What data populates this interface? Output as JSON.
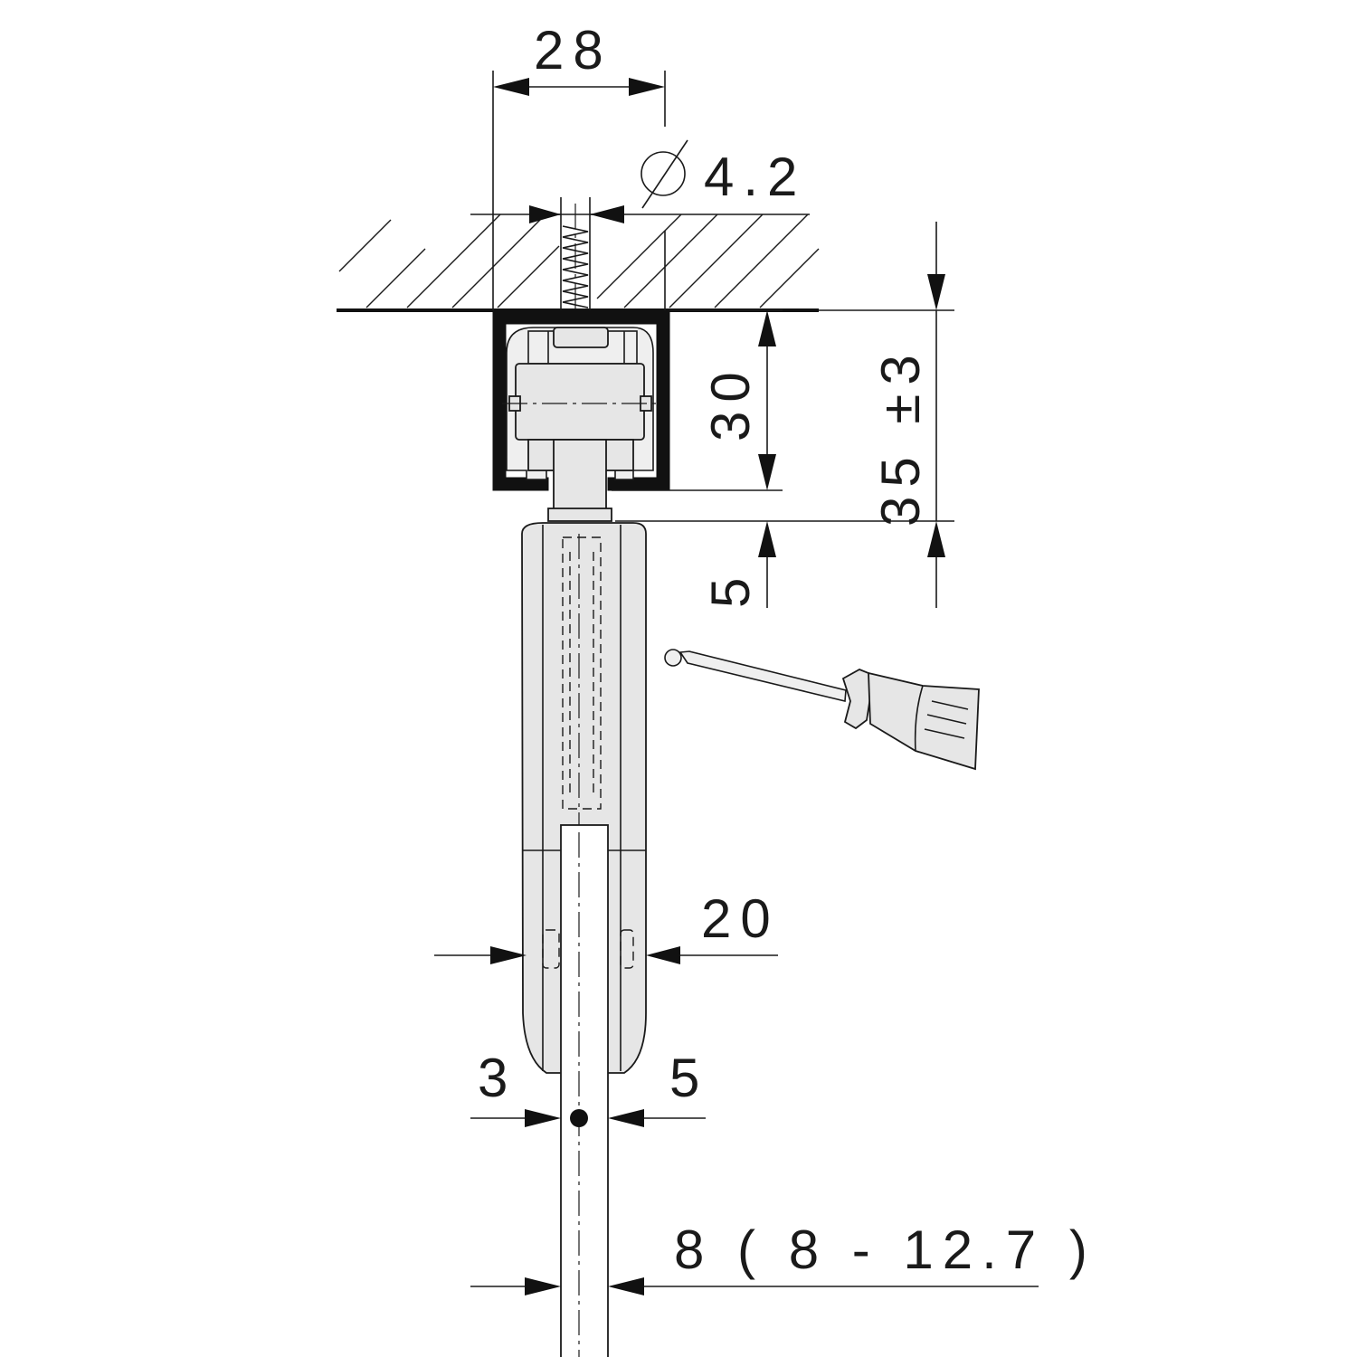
{
  "dimensions": {
    "track_width": "28",
    "hole_diameter_symbol": "⌀",
    "hole_diameter": "4.2",
    "track_height": "30",
    "total_height": "35 ±3",
    "gap": "5",
    "hanger_width": "20",
    "offset_left": "3",
    "offset_right": "5",
    "door_thickness": "8 ( 8 - 12.7 )"
  },
  "colors": {
    "line": "#1a1a1a",
    "part_fill": "#e6e6e6",
    "track_fill": "#111111"
  }
}
